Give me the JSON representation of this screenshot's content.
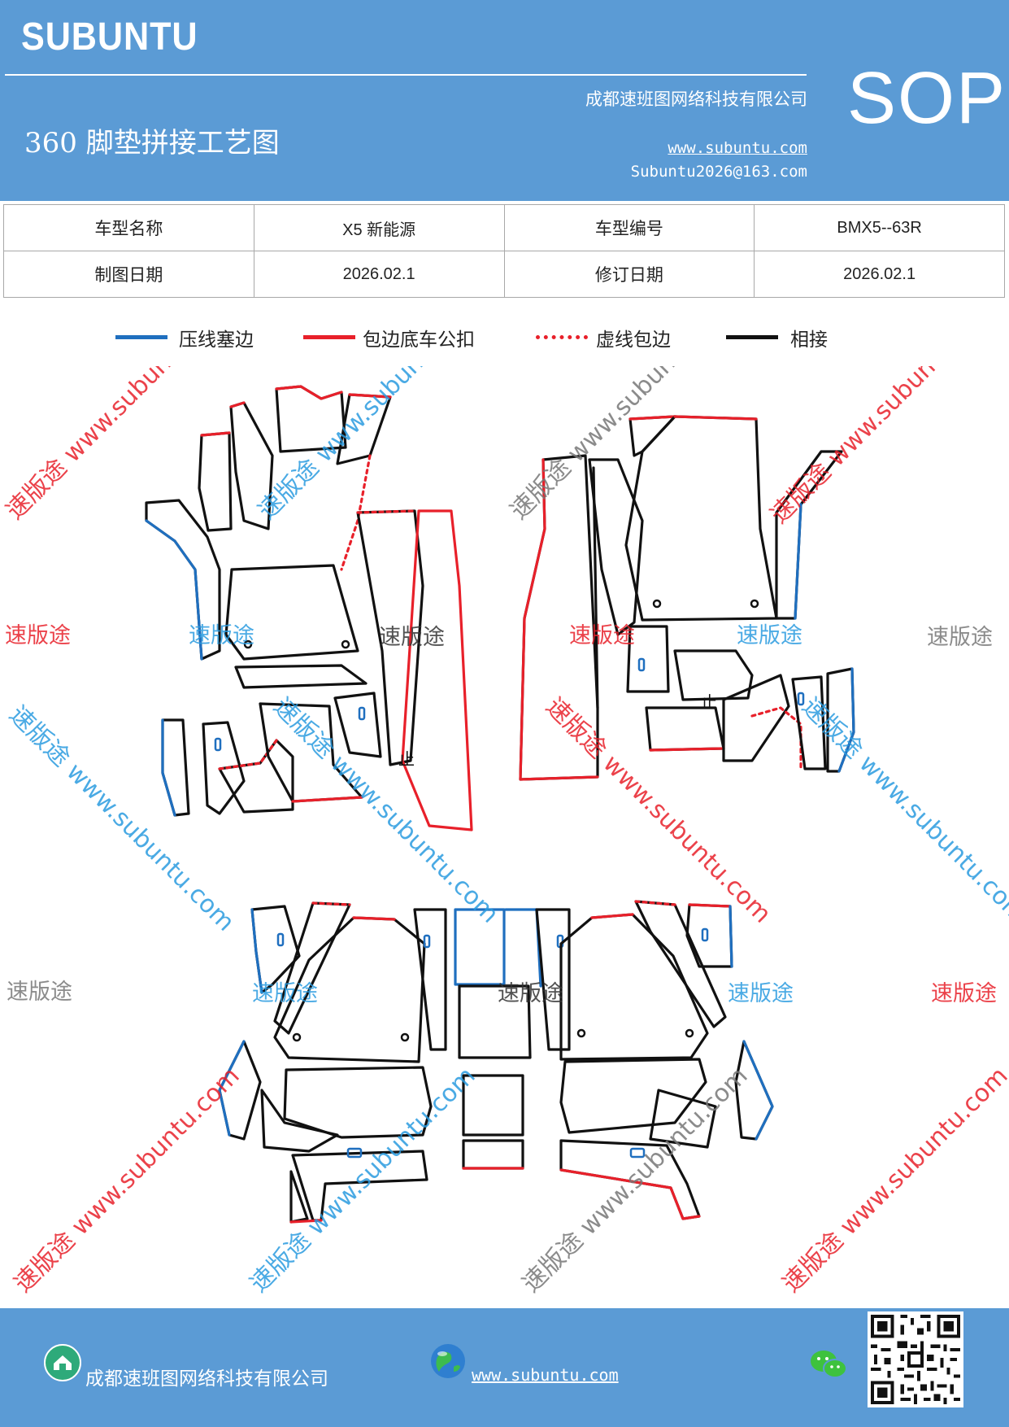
{
  "header": {
    "brand": "SUBUNTU",
    "title": "360 脚垫拼接工艺图",
    "company": "成都速班图网络科技有限公司",
    "website": "www.subuntu.com",
    "email": "Subuntu2026@163.com",
    "badge": "SOP"
  },
  "info": {
    "model_name_label": "车型名称",
    "model_name": "X5 新能源",
    "model_code_label": "车型编号",
    "model_code": "BMX5--63R",
    "draw_date_label": "制图日期",
    "draw_date": "2026.02.1",
    "revise_date_label": "修订日期",
    "revise_date": "2026.02.1"
  },
  "legend": {
    "items": [
      {
        "label": "压线塞边",
        "color": "#1f6fbf",
        "style": "solid"
      },
      {
        "label": "包边底车公扣",
        "color": "#e8202a",
        "style": "solid"
      },
      {
        "label": "虚线包边",
        "color": "#e8202a",
        "style": "dotted"
      },
      {
        "label": "相接",
        "color": "#111111",
        "style": "solid"
      }
    ]
  },
  "watermarks": {
    "brand_cn": "速版途",
    "url": "www.subuntu.com",
    "combo": "速版途 www.subuntu.com"
  },
  "diagram": {
    "marker": "止"
  },
  "footer": {
    "company": "成都速班图网络科技有限公司",
    "website": "www.subuntu.com"
  },
  "colors": {
    "header_bg": "#5b9bd5",
    "blue_edge": "#1f6fbf",
    "red_edge": "#e8202a",
    "joint": "#111111",
    "wm_blue": "#2a9be0",
    "wm_red": "#e8202a",
    "wm_gray": "#777777"
  }
}
